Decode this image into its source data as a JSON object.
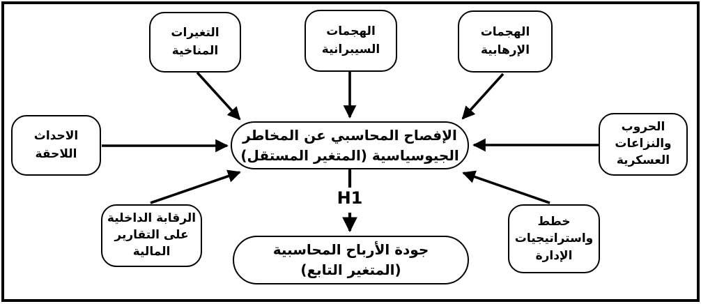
{
  "diagram": {
    "title_hint": "research-model-diagram",
    "nodes": {
      "climate": {
        "label": "التغيرات\nالمناخية"
      },
      "cyber": {
        "label": "الهجمات\nالسيبرانية"
      },
      "terror": {
        "label": "الهجمات\nالإرهابية"
      },
      "subsequent": {
        "label": "الاحداث\nاللاحقة"
      },
      "wars": {
        "label": "الحروب\nوالنزاعات\nالعسكرية"
      },
      "internal_control": {
        "label": "الرقابة الداخلية\nعلى التقارير\nالمالية"
      },
      "management_plans": {
        "label": "خطط\nواستراتيجيات\nالإدارة"
      },
      "independent": {
        "label": "الإفصاح المحاسبي عن المخاطر\nالجيوسياسية (المتغير المستقل)"
      },
      "dependent": {
        "label": "جودة الأرباح المحاسبية\n(المتغير التابع)"
      }
    },
    "edge_label": "H1",
    "colors": {
      "background": "#ffffff",
      "line": "#000000",
      "text": "#000000"
    }
  }
}
